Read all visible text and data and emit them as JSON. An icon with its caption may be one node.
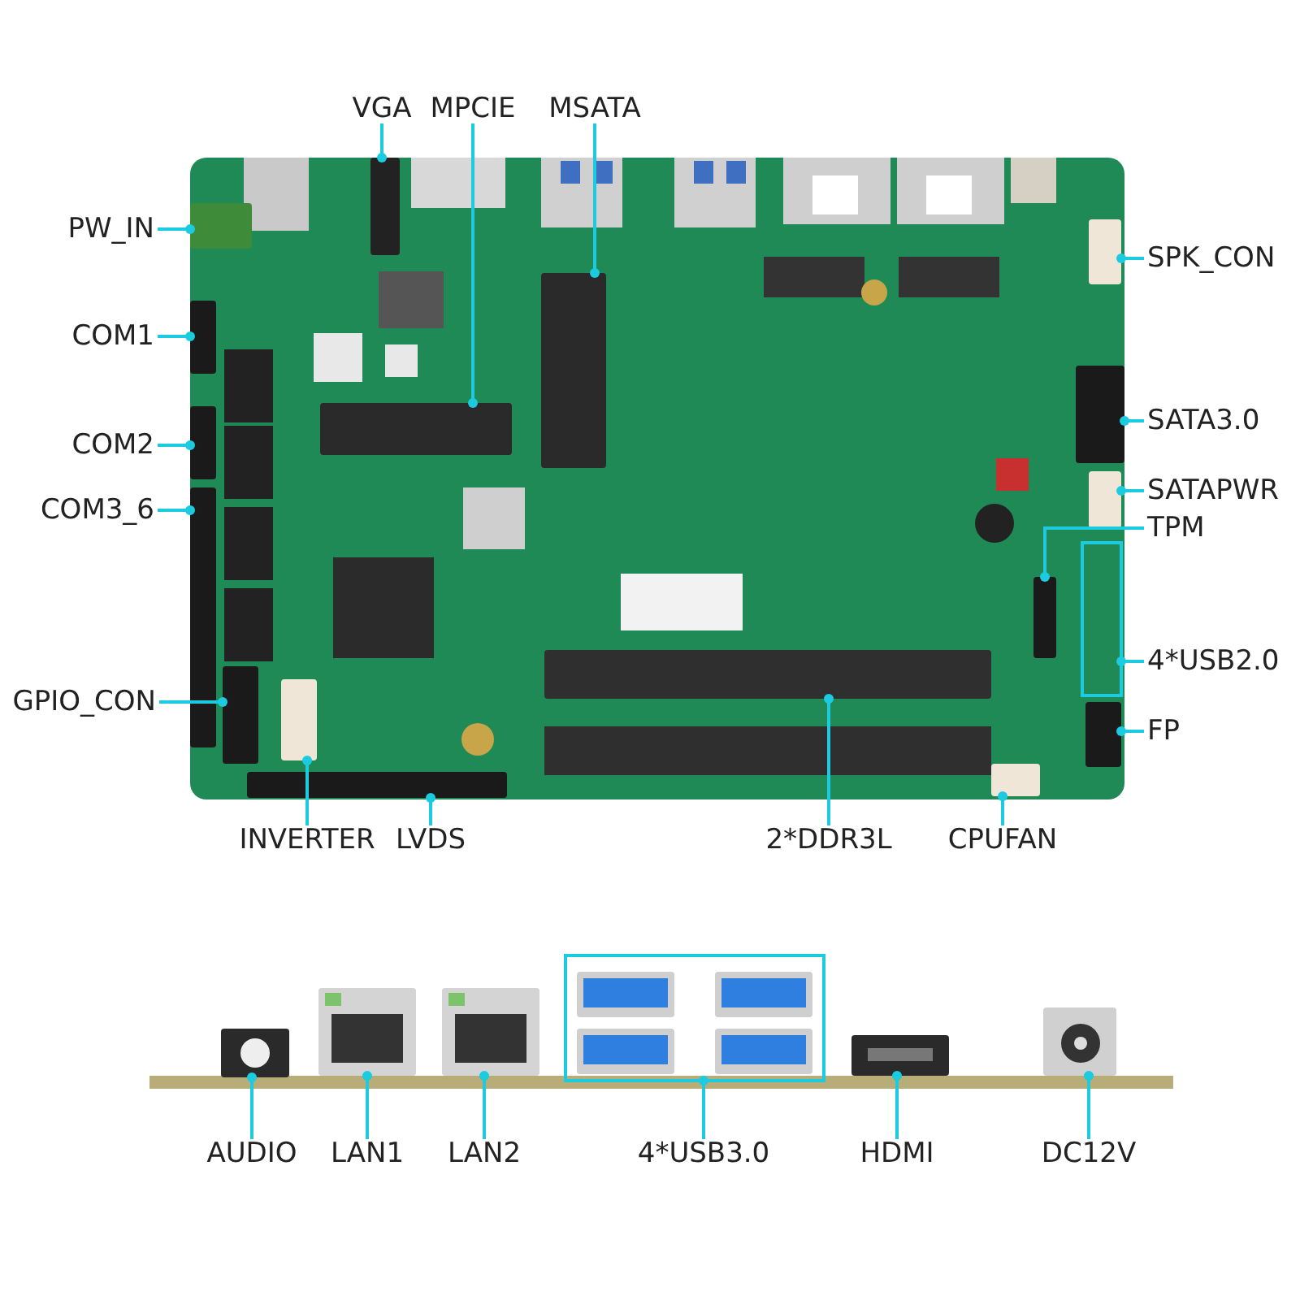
{
  "diagram": {
    "nodes": [
      {
        "text": [
          "VGA"
        ]
      },
      {
        "text": [
          "MPCIE"
        ]
      },
      {
        "text": [
          "MSATA"
        ]
      },
      {
        "text": [
          "PW_IN"
        ]
      },
      {
        "text": [
          "COM1"
        ]
      },
      {
        "text": [
          "COM2"
        ]
      },
      {
        "text": [
          "COM3_6"
        ]
      },
      {
        "text": [
          "GPIO_CON"
        ]
      },
      {
        "text": [
          "SPK_CON"
        ]
      },
      {
        "text": [
          "SATA3.0"
        ]
      },
      {
        "text": [
          "SATAPWR"
        ]
      },
      {
        "text": [
          "TPM"
        ]
      },
      {
        "text": [
          "4*USB2.0"
        ]
      },
      {
        "text": [
          "FP"
        ]
      },
      {
        "text": [
          "INVERTER"
        ]
      },
      {
        "text": [
          "LVDS"
        ]
      },
      {
        "text": [
          "2*DDR3L"
        ]
      },
      {
        "text": [
          "CPUFAN"
        ]
      },
      {
        "text": [
          "AUDIO"
        ]
      },
      {
        "text": [
          "LAN1"
        ]
      },
      {
        "text": [
          "LAN2"
        ]
      },
      {
        "text": [
          "4*USB3.0"
        ]
      },
      {
        "text": [
          "HDMI"
        ]
      },
      {
        "text": [
          "DC12V"
        ]
      },
      {
        "text": [],
        "shape": "box"
      },
      {
        "text": [],
        "shape": "box"
      },
      {
        "text": [],
        "shape": "box"
      },
      {
        "text": [],
        "shape": "box"
      },
      {
        "text": [],
        "shape": "box"
      },
      {
        "text": [],
        "shape": "box"
      },
      {
        "text": [],
        "shape": "box"
      },
      {
        "text": [],
        "shape": "box"
      },
      {
        "text": [],
        "shape": "box"
      },
      {
        "text": [],
        "shape": "box"
      },
      {
        "text": [],
        "shape": "box"
      },
      {
        "text": [],
        "shape": "box"
      },
      {
        "text": [],
        "shape": "box"
      },
      {
        "text": [],
        "shape": "box"
      },
      {
        "text": [],
        "shape": "box"
      },
      {
        "text": [],
        "shape": "box"
      },
      {
        "text": [],
        "shape": "box"
      },
      {
        "text": [],
        "shape": "box"
      },
      {
        "text": [],
        "shape": "box"
      },
      {
        "text": [],
        "shape": "box"
      },
      {
        "text": [],
        "shape": "box"
      },
      {
        "text": [],
        "shape": "box"
      },
      {
        "text": [],
        "shape": "box"
      },
      {
        "text": [],
        "shape": "box"
      }
    ],
    "edges": [
      {
        "from": 0,
        "to": 24,
        "arrow": "other"
      },
      {
        "from": 1,
        "to": 25,
        "arrow": "other"
      },
      {
        "from": 2,
        "to": 26,
        "arrow": "other"
      },
      {
        "from": 3,
        "to": 27,
        "arrow": "other"
      },
      {
        "from": 4,
        "to": 28,
        "arrow": "other"
      },
      {
        "from": 5,
        "to": 29,
        "arrow": "other"
      },
      {
        "from": 6,
        "to": 30,
        "arrow": "other"
      },
      {
        "from": 7,
        "to": 31,
        "arrow": "other"
      },
      {
        "from": 8,
        "to": 32,
        "arrow": "other"
      },
      {
        "from": 9,
        "to": 33,
        "arrow": "other"
      },
      {
        "from": 10,
        "to": 34,
        "arrow": "other"
      },
      {
        "from": 11,
        "to": 35,
        "arrow": "other"
      },
      {
        "from": 12,
        "to": 36,
        "arrow": "other"
      },
      {
        "from": 13,
        "to": 37,
        "arrow": "other"
      },
      {
        "from": 14,
        "to": 38,
        "arrow": "other"
      },
      {
        "from": 15,
        "to": 39,
        "arrow": "other"
      },
      {
        "from": 16,
        "to": 40,
        "arrow": "other"
      },
      {
        "from": 17,
        "to": 41,
        "arrow": "other"
      },
      {
        "from": 18,
        "to": 42,
        "arrow": "other"
      },
      {
        "from": 19,
        "to": 43,
        "arrow": "other"
      },
      {
        "from": 20,
        "to": 44,
        "arrow": "other"
      },
      {
        "from": 21,
        "to": 45,
        "arrow": "other"
      },
      {
        "from": 22,
        "to": 46,
        "arrow": "other"
      },
      {
        "from": 23,
        "to": 47,
        "arrow": "other"
      }
    ]
  }
}
